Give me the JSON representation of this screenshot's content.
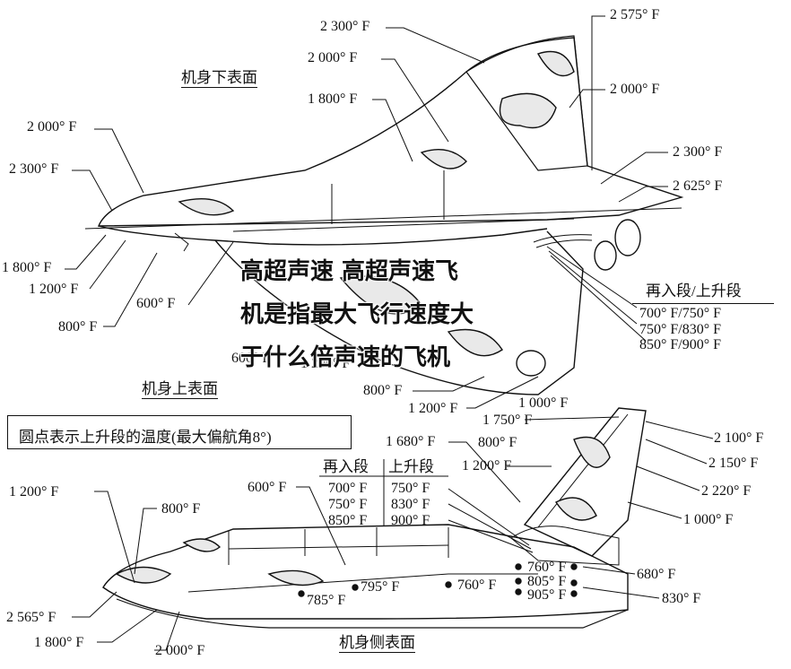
{
  "labels": {
    "underside": "机身下表面",
    "topside": "机身上表面",
    "sideview": "机身侧表面",
    "reentry_a": "再入段/上升段",
    "reentry_b_reentry": "再入段",
    "reentry_b_ascent": "上升段"
  },
  "legend": "圆点表示上升段的温度(最大偏航角8°)",
  "overlay_title": [
    "高超声速 高超声速飞",
    "机是指最大飞行速度大",
    "于什么倍声速的飞机"
  ],
  "top_left_temps": [
    "2 000° F",
    "2 300° F",
    "1 800° F",
    "1 200° F",
    "800° F",
    "600° F"
  ],
  "top_center_temps": [
    "2 300° F",
    "2 000° F",
    "1 800° F"
  ],
  "top_right_temps": [
    "2 575° F",
    "2 000° F",
    "2 300° F",
    "2 625° F"
  ],
  "reentry_a_rows": [
    "700° F/750° F",
    "750° F/830° F",
    "850° F/900° F"
  ],
  "mid_temps": [
    "600° F",
    "1 200° F",
    "800° F",
    "1 200° F"
  ],
  "tail_temps": [
    "1 000° F",
    "1 750° F",
    "1 680° F",
    "800° F",
    "1 200° F",
    "2 100° F",
    "2 150° F",
    "2 220° F",
    "1 000° F"
  ],
  "side_left_temps": [
    "1 200° F",
    "800° F",
    "2 565° F",
    "1 800° F",
    "2 000° F"
  ],
  "reentry_b_rows": [
    [
      "700° F",
      "750° F"
    ],
    [
      "750° F",
      "830° F"
    ],
    [
      "850° F",
      "900° F"
    ]
  ],
  "side_600": "600° F",
  "side_body_temps": [
    "785° F",
    "795° F",
    "760° F"
  ],
  "side_right_temps": [
    "760° F",
    "805° F",
    "905° F",
    "680° F",
    "830° F"
  ]
}
